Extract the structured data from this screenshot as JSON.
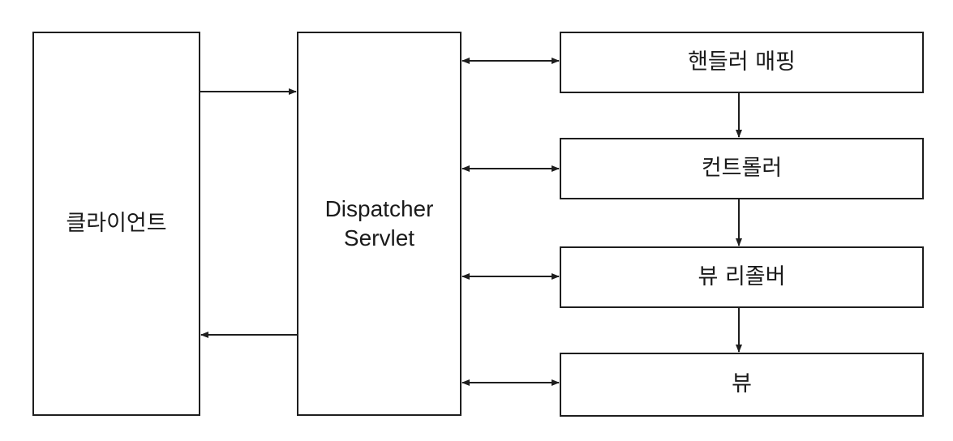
{
  "diagram": {
    "client": {
      "label": "클라이언트"
    },
    "dispatcher": {
      "line1": "Dispatcher",
      "line2": "Servlet"
    },
    "components": [
      {
        "id": "handler-mapping",
        "label": "핸들러 매핑"
      },
      {
        "id": "controller",
        "label": "컨트롤러"
      },
      {
        "id": "view-resolver",
        "label": "뷰 리졸버"
      },
      {
        "id": "view",
        "label": "뷰"
      }
    ],
    "colors": {
      "stroke": "#1e1e1e",
      "background": "#ffffff"
    }
  }
}
